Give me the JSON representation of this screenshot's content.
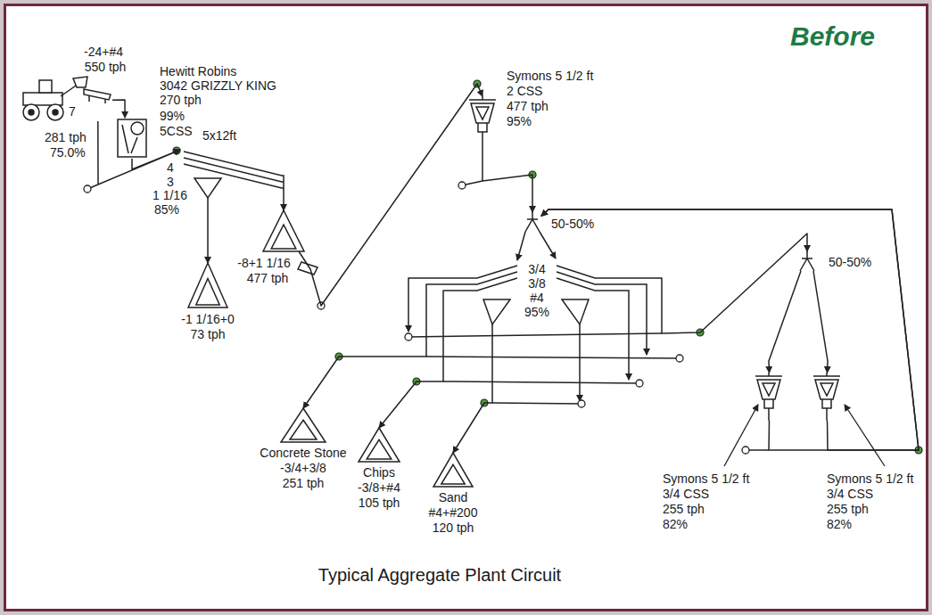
{
  "diagram": {
    "title": "Before",
    "caption": "Typical Aggregate Plant Circuit",
    "nodes": [
      {
        "text": [
          "-24+#4",
          "550 tph",
          "7",
          "281 tph",
          "75.0%"
        ]
      },
      {
        "text": [
          "Hewitt Robins",
          "3042 GRIZZLY KING",
          "270 tph",
          "99%",
          "5CSS"
        ]
      },
      {
        "text": [
          "5x12ft",
          "4",
          "3",
          "1 1/16",
          "85%"
        ]
      },
      {
        "text": [
          "-1 1/16+0",
          "73 tph"
        ]
      },
      {
        "text": [
          "-8+1 1/16",
          "477 tph"
        ]
      },
      {
        "text": [
          "Symons 5 1/2 ft",
          "2 CSS",
          "477 tph",
          "95%"
        ]
      },
      {
        "text": [
          "50-50%"
        ]
      },
      {
        "text": [
          "3/4",
          "3/8",
          "#4",
          "95%"
        ]
      },
      {
        "text": [
          "50-50%"
        ]
      },
      {
        "text": [
          "Concrete Stone",
          "-3/4+3/8",
          "251 tph"
        ]
      },
      {
        "text": [
          "Chips",
          "-3/8+#4",
          "105 tph"
        ]
      },
      {
        "text": [
          "Sand",
          "#4+#200",
          "120 tph"
        ]
      },
      {
        "text": [
          "Symons 5 1/2 ft",
          "3/4 CSS",
          "255 tph",
          "82%"
        ]
      },
      {
        "text": [
          "Symons 5 1/2 ft",
          "3/4 CSS",
          "255 tph",
          "82%"
        ]
      }
    ],
    "edges": [
      {
        "from": 0,
        "to": 1,
        "arrow": "to"
      },
      {
        "from": 0,
        "to": 2,
        "arrow": "to"
      },
      {
        "from": 1,
        "to": 2,
        "arrow": "to"
      },
      {
        "from": 2,
        "to": 3,
        "arrow": "to"
      },
      {
        "from": 2,
        "to": 4,
        "arrow": "to"
      },
      {
        "from": 4,
        "to": 5,
        "arrow": "to"
      },
      {
        "from": 5,
        "to": 6,
        "arrow": "to"
      },
      {
        "from": 6,
        "to": 7,
        "arrow": "to"
      },
      {
        "from": 7,
        "to": 8,
        "arrow": "to"
      },
      {
        "from": 7,
        "to": 9,
        "arrow": "to"
      },
      {
        "from": 7,
        "to": 10,
        "arrow": "to"
      },
      {
        "from": 7,
        "to": 11,
        "arrow": "to"
      },
      {
        "from": 8,
        "to": 12,
        "arrow": "to"
      },
      {
        "from": 8,
        "to": 13,
        "arrow": "to"
      },
      {
        "from": 12,
        "to": 6,
        "arrow": "to"
      },
      {
        "from": 13,
        "to": 6,
        "arrow": "to"
      }
    ]
  }
}
